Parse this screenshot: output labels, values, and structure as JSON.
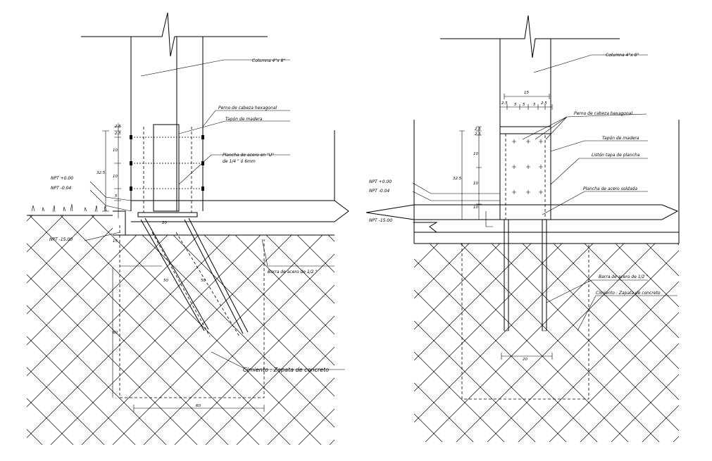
{
  "left_detail": {
    "labels": {
      "column": "Columna 4\"x 8\"",
      "bolt": "Perno  de cabeza hexagonal",
      "wood_plug": "Tapón de madera",
      "plate_line1": "Plancha de acero en \"U\"",
      "plate_line2": "de 1/4 \"  ó 6mm",
      "npt_top": "NPT +0.00",
      "npt_mid": "NPT -0.04",
      "npt_low": "NPT -15.00",
      "bar": "Barra de acero de 1/2 \"",
      "footing": "Cimiento : Zapata de concreto"
    },
    "dims": {
      "d25a": "2.5",
      "d25b": "2.5",
      "d10a": "10",
      "d10b": "10",
      "d325": "32.5",
      "d5": "5",
      "d20": "20",
      "d50a": "50",
      "d50b": "50",
      "d15": "15",
      "d60v": "60",
      "d60h": "60"
    }
  },
  "right_detail": {
    "labels": {
      "column": "Columna 4\"x 8\"",
      "bolt": "Perno  de cabeza hexagonal",
      "wood_plug": "Tapón de madera",
      "strip": "Listón tapa de plancha",
      "plate": "Plancha de acero soldada",
      "npt_top": "NPT +0.00",
      "npt_mid": "NPT -0.04",
      "npt_low": "NPT -15.00",
      "bar": "Barra de acero de 1/2 \"",
      "footing": "Cimiento : Zapata de concreto"
    },
    "dims": {
      "d15": "15",
      "d25l": "2.5",
      "d5a": "5",
      "d5b": "5",
      "d5c": "5",
      "d25r": "2.5",
      "d25t1": "2.5",
      "d25t2": "2.5",
      "d10a": "10",
      "d10b": "10",
      "d325": "32.5",
      "d10c": "10",
      "d20": "20"
    }
  }
}
